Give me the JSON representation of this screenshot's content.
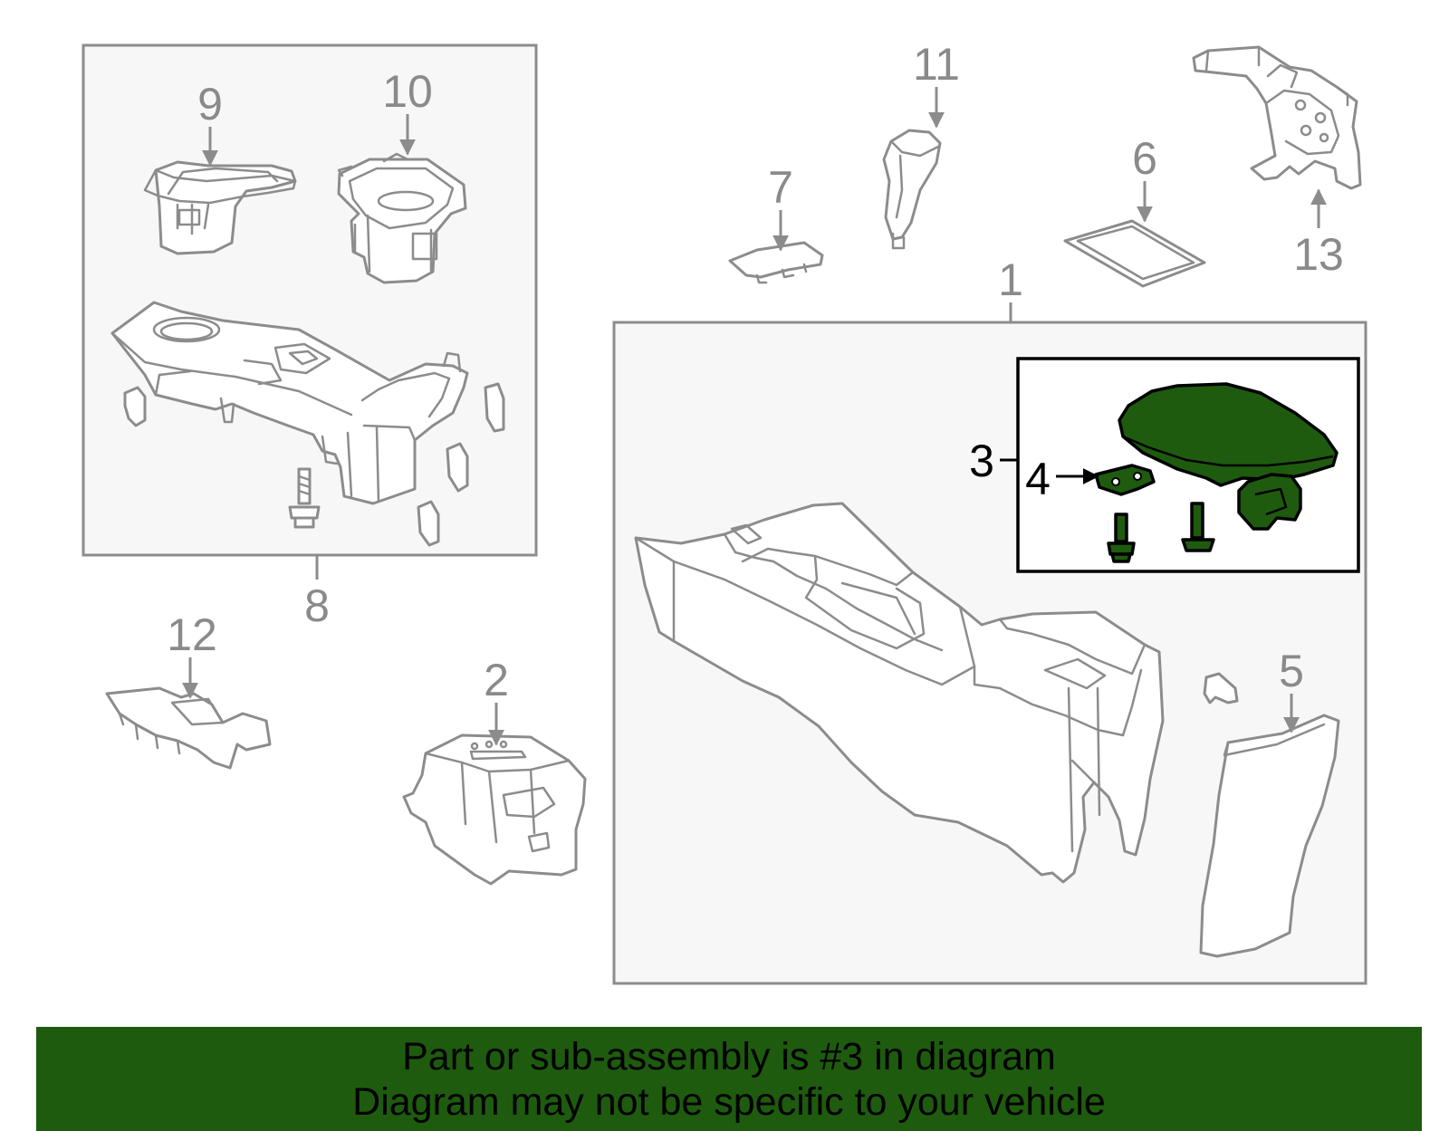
{
  "callouts": [
    {
      "id": "1",
      "label": "1",
      "highlighted": false
    },
    {
      "id": "2",
      "label": "2",
      "highlighted": false
    },
    {
      "id": "3",
      "label": "3",
      "highlighted": true
    },
    {
      "id": "4",
      "label": "4",
      "highlighted": true
    },
    {
      "id": "5",
      "label": "5",
      "highlighted": false
    },
    {
      "id": "6",
      "label": "6",
      "highlighted": false
    },
    {
      "id": "7",
      "label": "7",
      "highlighted": false
    },
    {
      "id": "8",
      "label": "8",
      "highlighted": false
    },
    {
      "id": "9",
      "label": "9",
      "highlighted": false
    },
    {
      "id": "10",
      "label": "10",
      "highlighted": false
    },
    {
      "id": "11",
      "label": "11",
      "highlighted": false
    },
    {
      "id": "12",
      "label": "12",
      "highlighted": false
    },
    {
      "id": "13",
      "label": "13",
      "highlighted": false
    }
  ],
  "banner": {
    "line1": "Part or sub-assembly is #3 in diagram",
    "line2": "Diagram may not be specific to your vehicle"
  },
  "colors": {
    "highlight_fill": "#1e5b0f",
    "banner_background": "#1e5b0f",
    "line_grey": "#8c8c8c",
    "box_background": "#f7f7f7"
  }
}
